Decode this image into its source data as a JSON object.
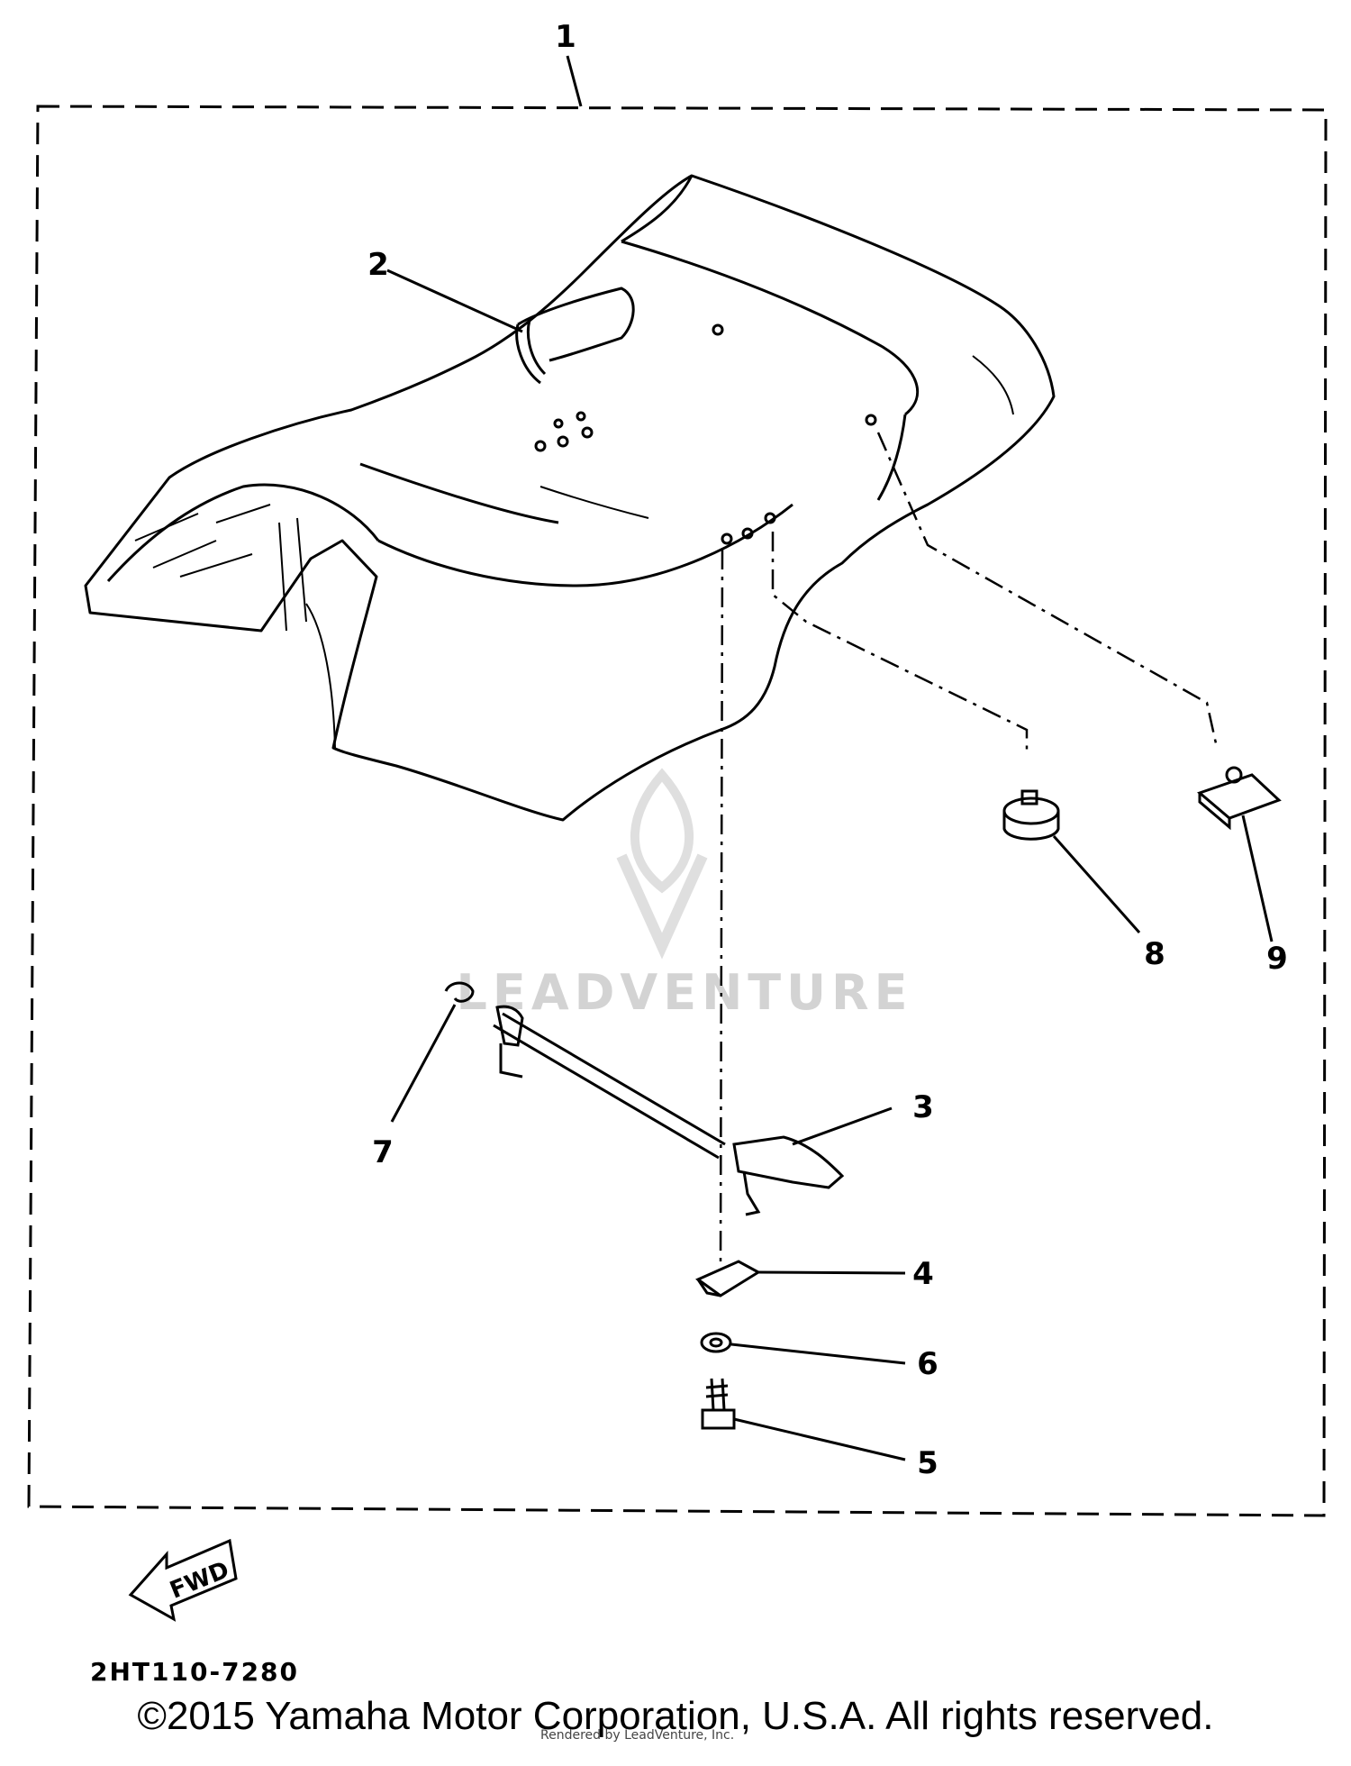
{
  "diagram": {
    "assembly_callout": "1",
    "part_callouts": [
      "2",
      "3",
      "4",
      "5",
      "6",
      "7",
      "8",
      "9"
    ],
    "direction_label": "FWD",
    "drawing_number": "2HT110-7280"
  },
  "watermark": {
    "brand": "LEADVENTURE",
    "credit": "Rendered by LeadVenture, Inc."
  },
  "footer": {
    "copyright": "©2015 Yamaha Motor Corporation, U.S.A. All rights reserved."
  }
}
